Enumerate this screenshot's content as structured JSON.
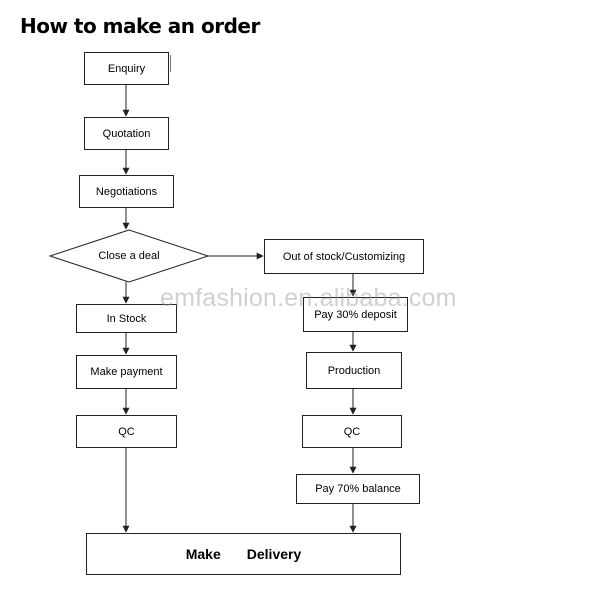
{
  "title": "How to make an order",
  "watermark": "emfashion.en.alibaba.com",
  "nodes": {
    "enquiry": "Enquiry",
    "quotation": "Quotation",
    "negotiations": "Negotiations",
    "close_deal": "Close a deal",
    "out_of_stock": "Out of stock/Customizing",
    "in_stock": "In Stock",
    "deposit": "Pay 30% deposit",
    "make_payment": "Make payment",
    "production": "Production",
    "qc_left": "QC",
    "qc_right": "QC",
    "balance": "Pay 70% balance",
    "delivery_word1": "Make",
    "delivery_word2": "Delivery"
  },
  "colors": {
    "stroke": "#222222",
    "watermark": "#969696"
  }
}
